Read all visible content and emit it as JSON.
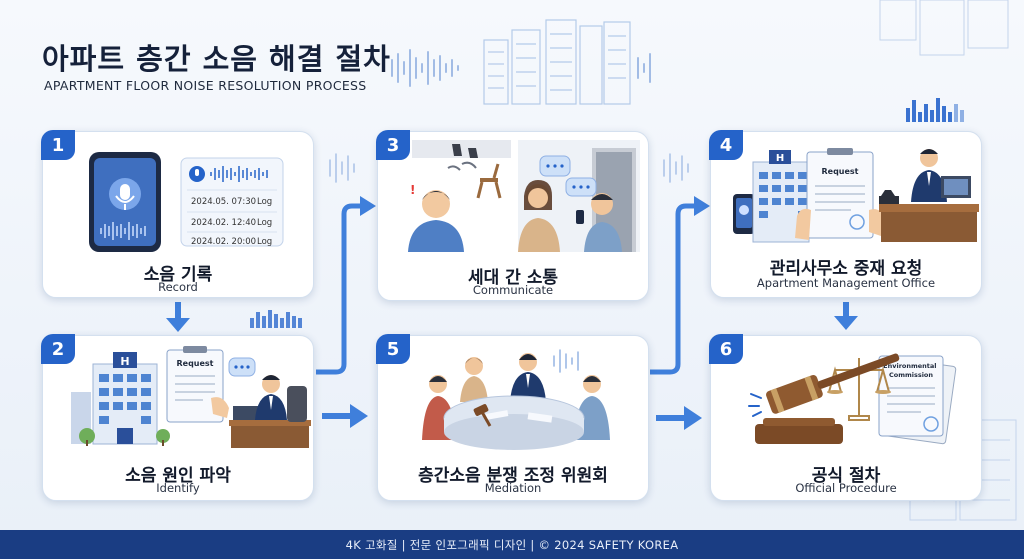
{
  "header": {
    "title": "아파트 층간 소음 해결 절차",
    "subtitle": "APARTMENT FLOOR NOISE RESOLUTION PROCESS"
  },
  "steps": [
    {
      "number": "1",
      "title": "소음 기록",
      "subtitle": "Record"
    },
    {
      "number": "2",
      "title": "소음 원인 파악",
      "subtitle": "Identify"
    },
    {
      "number": "3",
      "title": "세대 간 소통",
      "subtitle": "Communicate"
    },
    {
      "number": "4",
      "title": "관리사무소 중재 요청",
      "subtitle": "Apartment Management Office"
    },
    {
      "number": "5",
      "title": "층간소음 분쟁 조정 위원회",
      "subtitle": "Mediation"
    },
    {
      "number": "6",
      "title": "공식 절차",
      "subtitle": "Official Procedure"
    }
  ],
  "log": [
    {
      "time": "2024.05. 07:30",
      "type": "Log"
    },
    {
      "time": "2024.02. 12:40",
      "type": "Log"
    },
    {
      "time": "2024.02. 20:00",
      "type": "Log"
    }
  ],
  "doc_labels": {
    "request": "Request",
    "commission": "Environmental\nCommission"
  },
  "hospital_sign": "H",
  "footer": "4K 고화질 | 전문 인포그래픽 디자인 | © 2024 SAFETY KOREA",
  "colors": {
    "accent": "#2563c9",
    "arrow": "#3f7fdb",
    "footer": "#1a3d83"
  }
}
